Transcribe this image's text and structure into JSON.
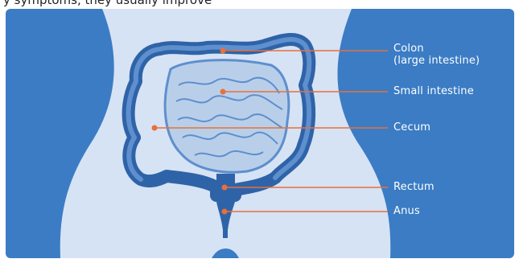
{
  "header_fragment": "y symptoms, they usually improve",
  "colors": {
    "panel": "#3b7cc4",
    "body": "#d6e3f5",
    "organ_dark": "#2f63a8",
    "organ_mid": "#5e8fce",
    "organ_light": "#b9cfe9",
    "leader": "#e8703a"
  },
  "labels": [
    {
      "id": "colon",
      "lines": [
        "Colon",
        "(large intestine)"
      ]
    },
    {
      "id": "small-intestine",
      "lines": [
        "Small intestine"
      ]
    },
    {
      "id": "cecum",
      "lines": [
        "Cecum"
      ]
    },
    {
      "id": "rectum",
      "lines": [
        "Rectum"
      ]
    },
    {
      "id": "anus",
      "lines": [
        "Anus"
      ]
    }
  ]
}
